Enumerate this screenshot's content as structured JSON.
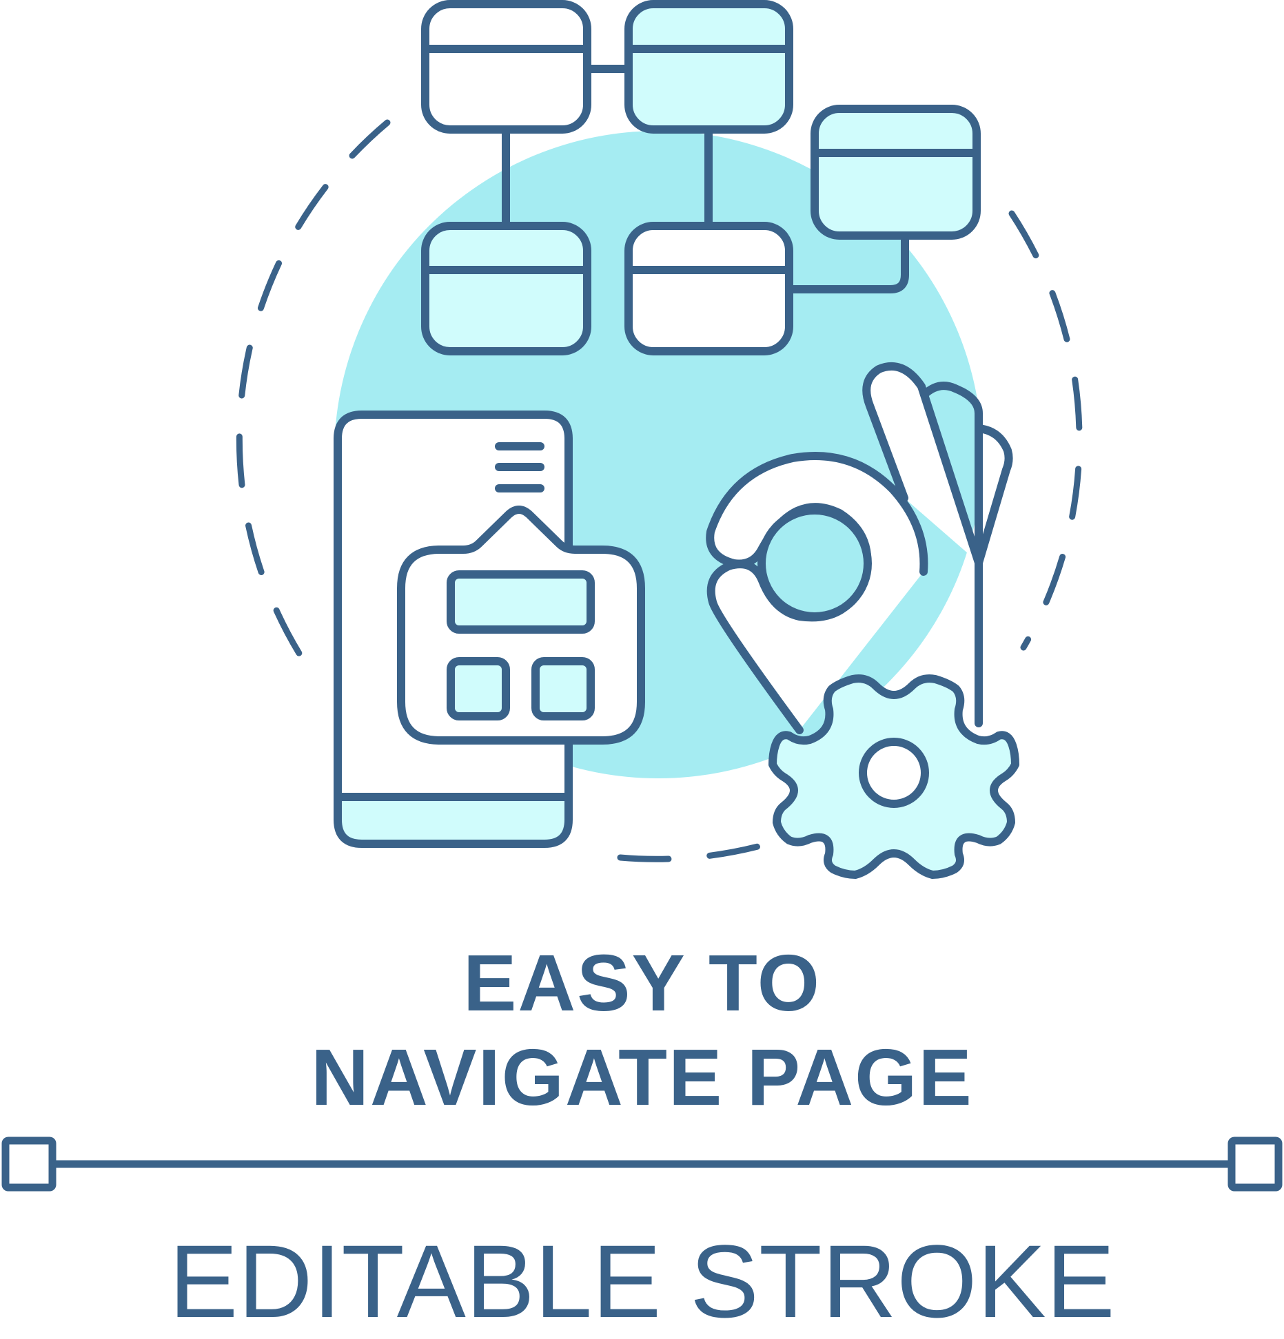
{
  "icon": {
    "name": "easy-to-navigate-page-icon",
    "colors": {
      "stroke": "#3a6289",
      "accent_circle": "#a5ecf2",
      "fill_light": "#d0fcfc",
      "background": "#ffffff"
    },
    "parts": [
      "sitemap-icon",
      "smartphone-icon",
      "popup-window-icon",
      "ok-hand-icon",
      "gear-icon",
      "dashed-circle"
    ]
  },
  "title": {
    "line1": "EASY TO",
    "line2": "NAVIGATE PAGE"
  },
  "caption": "EDITABLE STROKE"
}
